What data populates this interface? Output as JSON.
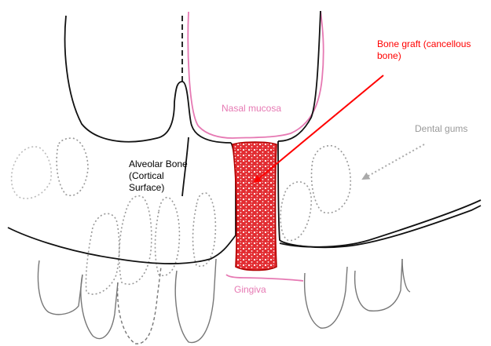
{
  "labels": {
    "bone_graft": "Bone graft (cancellous\nbone)",
    "nasal_mucosa": "Nasal mucosa",
    "dental_gums": "Dental gums",
    "alveolar_bone": "Alveolar Bone\n(Cortical\nSurface)",
    "gingiva": "Gingiva"
  },
  "colors": {
    "bone_graft": "#ff0000",
    "graft_fill": "#d9262b",
    "mucosa": "#e679b3",
    "gums": "#999999",
    "bone_outline": "#111111",
    "teeth": "#777777",
    "alveolar_text": "#000000"
  }
}
